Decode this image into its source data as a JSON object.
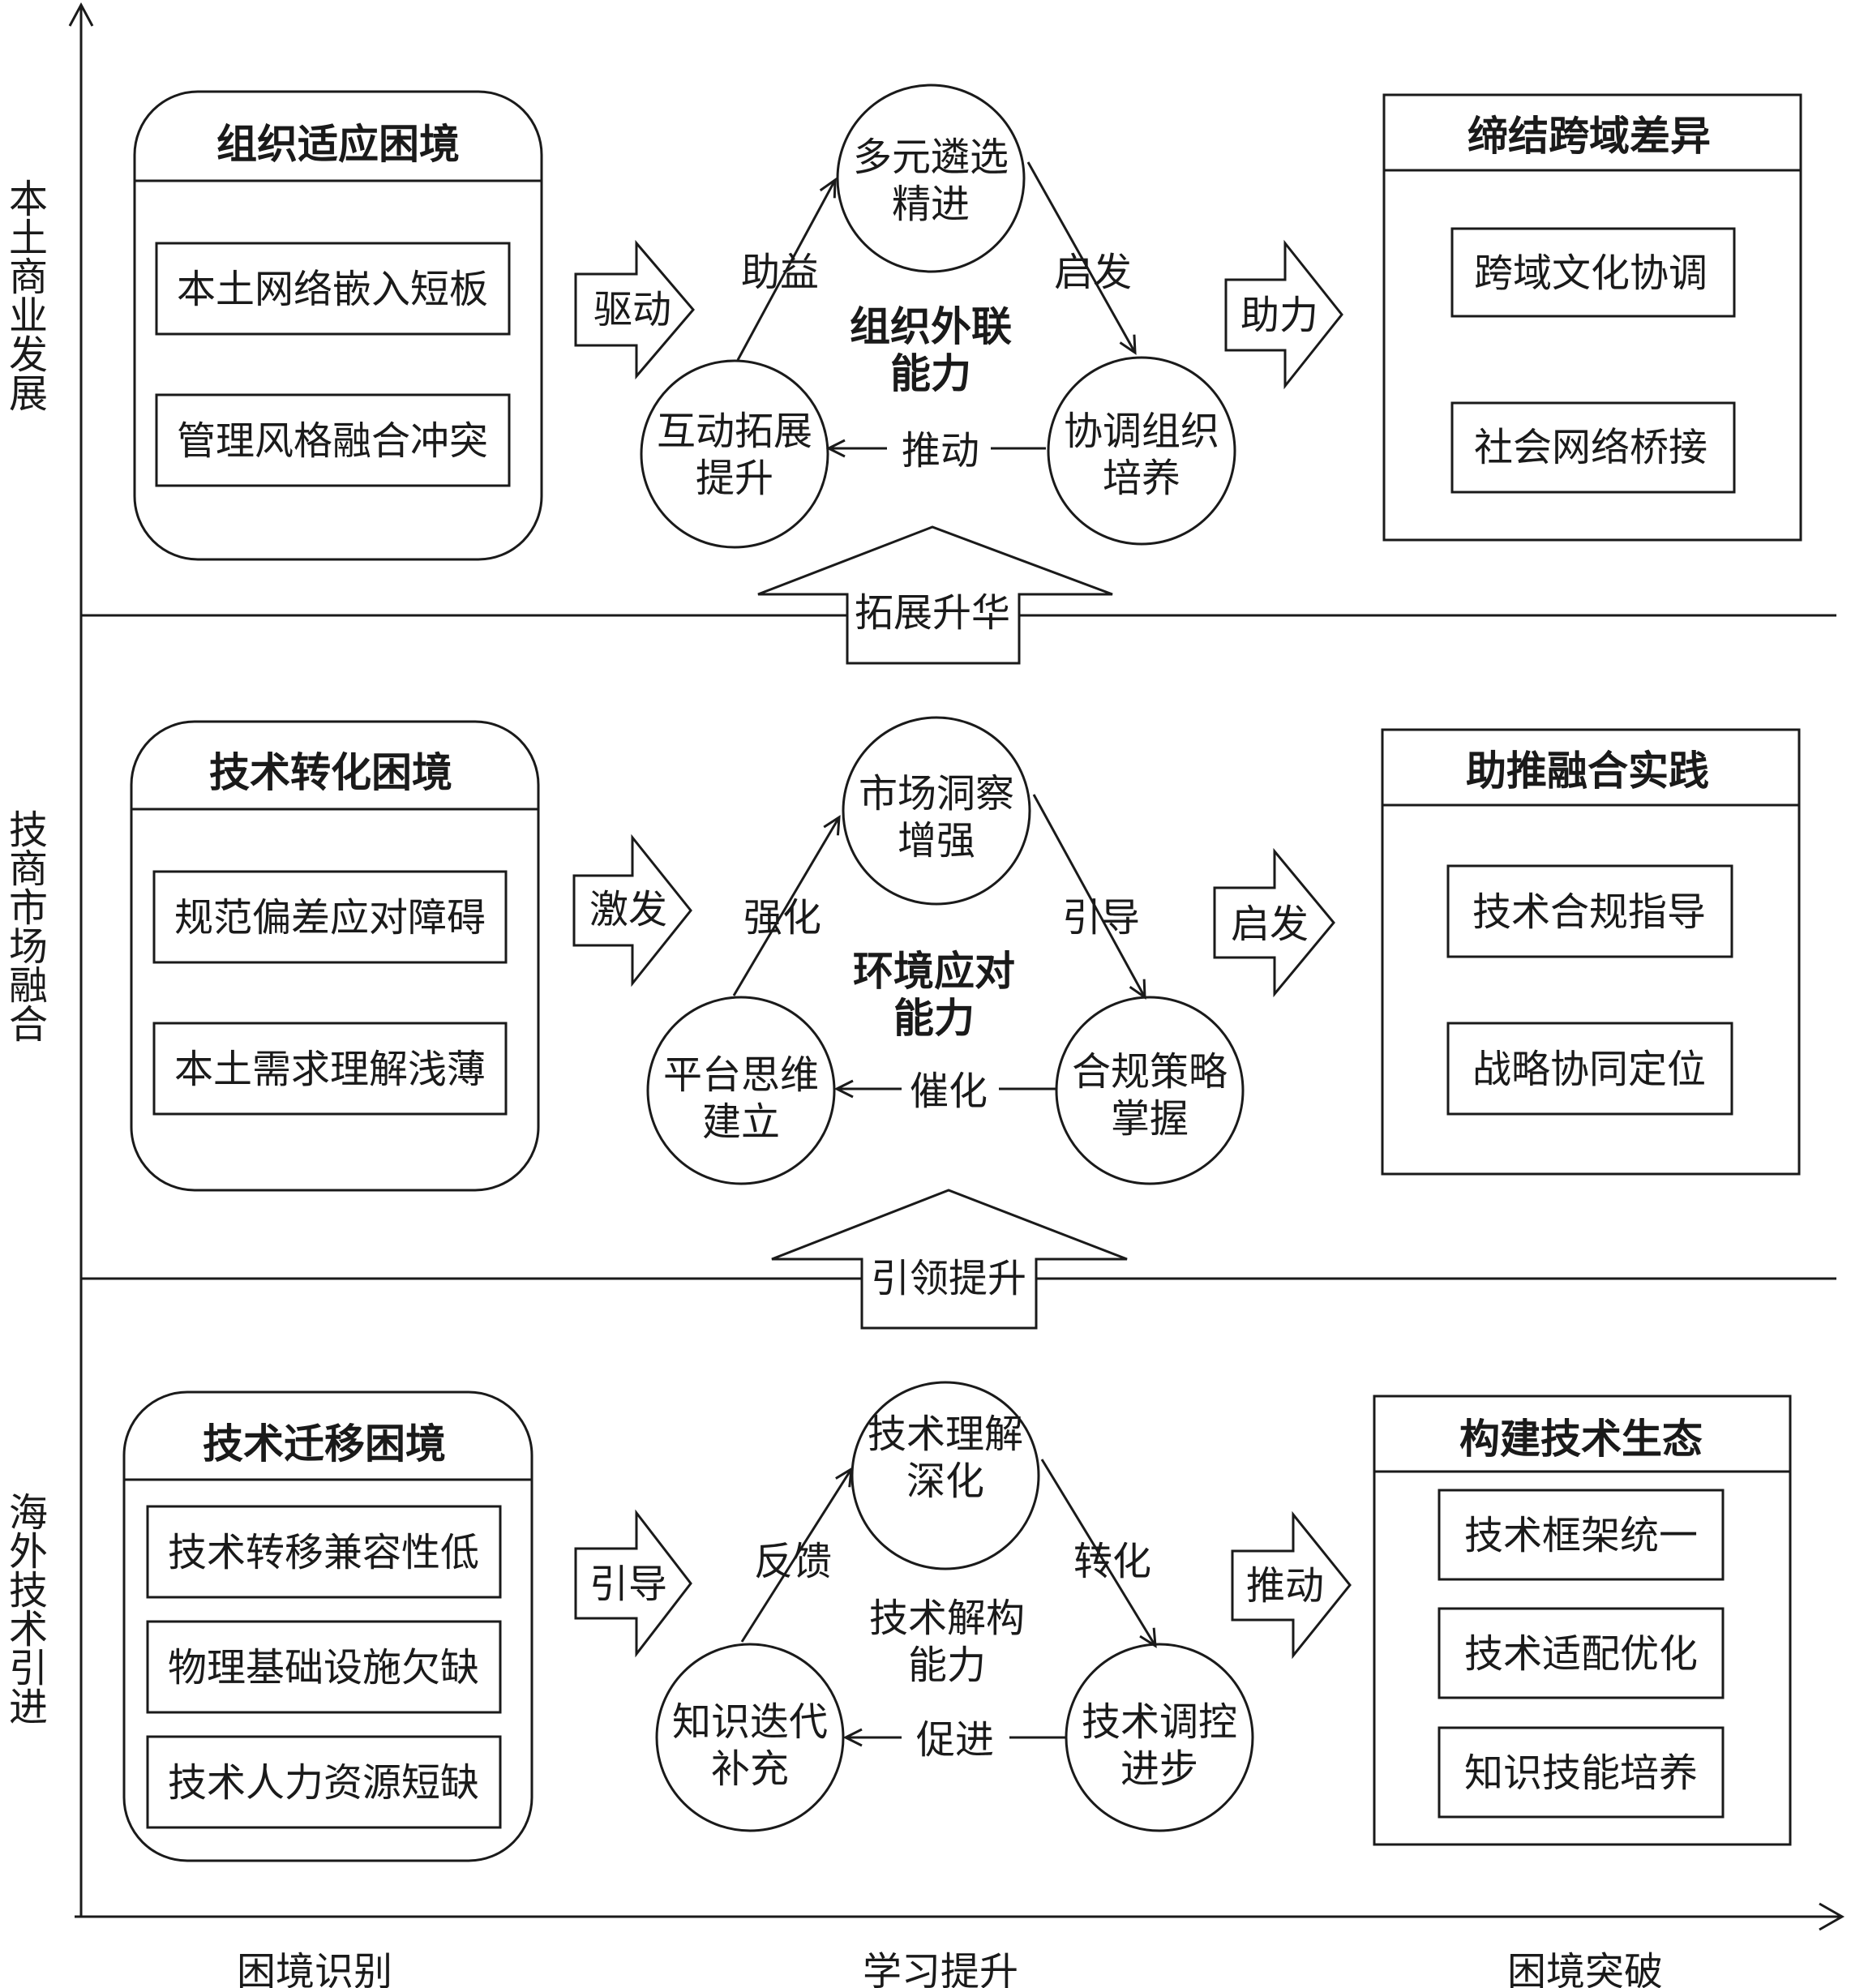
{
  "y_axis": {
    "rows": [
      [
        "本",
        "土",
        "商",
        "业",
        "发",
        "展"
      ],
      [
        "技",
        "商",
        "市",
        "场",
        "融",
        "合"
      ],
      [
        "海",
        "外",
        "技",
        "术",
        "引",
        "进"
      ]
    ]
  },
  "x_axis": {
    "labels": [
      "困境识别",
      "学习提升",
      "困境突破"
    ]
  },
  "stages": [
    {
      "dilemma": {
        "title": "组织适应困境",
        "items": [
          "本土网络嵌入短板",
          "管理风格融合冲突"
        ]
      },
      "arrow_in": "驱动",
      "capability": [
        "组织外联",
        "能力"
      ],
      "cycle": {
        "top": [
          "多元遴选",
          "精进"
        ],
        "right": [
          "协调组织",
          "培养"
        ],
        "left": [
          "互动拓展",
          "提升"
        ],
        "label_left_to_top": "助益",
        "label_top_to_right": "启发",
        "label_right_to_left": "推动"
      },
      "arrow_out": "助力",
      "breakthrough": {
        "title": "缔结跨域差异",
        "items": [
          "跨域文化协调",
          "社会网络桥接"
        ]
      }
    },
    {
      "dilemma": {
        "title": "技术转化困境",
        "items": [
          "规范偏差应对障碍",
          "本土需求理解浅薄"
        ]
      },
      "arrow_in": "激发",
      "capability": [
        "环境应对",
        "能力"
      ],
      "cycle": {
        "top": [
          "市场洞察",
          "增强"
        ],
        "right": [
          "合规策略",
          "掌握"
        ],
        "left": [
          "平台思维",
          "建立"
        ],
        "label_left_to_top": "强化",
        "label_top_to_right": "引导",
        "label_right_to_left": "催化"
      },
      "arrow_out": "启发",
      "breakthrough": {
        "title": "助推融合实践",
        "items": [
          "技术合规指导",
          "战略协同定位"
        ]
      }
    },
    {
      "dilemma": {
        "title": "技术迁移困境",
        "items": [
          "技术转移兼容性低",
          "物理基础设施欠缺",
          "技术人力资源短缺"
        ]
      },
      "arrow_in": "引导",
      "capability": [
        "技术解构",
        "能力"
      ],
      "cycle": {
        "top": [
          "技术理解",
          "深化"
        ],
        "right": [
          "技术调控",
          "进步"
        ],
        "left": [
          "知识迭代",
          "补充"
        ],
        "label_left_to_top": "反馈",
        "label_top_to_right": "转化",
        "label_right_to_left": "促进"
      },
      "arrow_out": "推动",
      "breakthrough": {
        "title": "构建技术生态",
        "items": [
          "技术框架统一",
          "技术适配优化",
          "知识技能培养"
        ]
      }
    }
  ],
  "up_arrows": [
    "拓展升华",
    "引领提升"
  ]
}
